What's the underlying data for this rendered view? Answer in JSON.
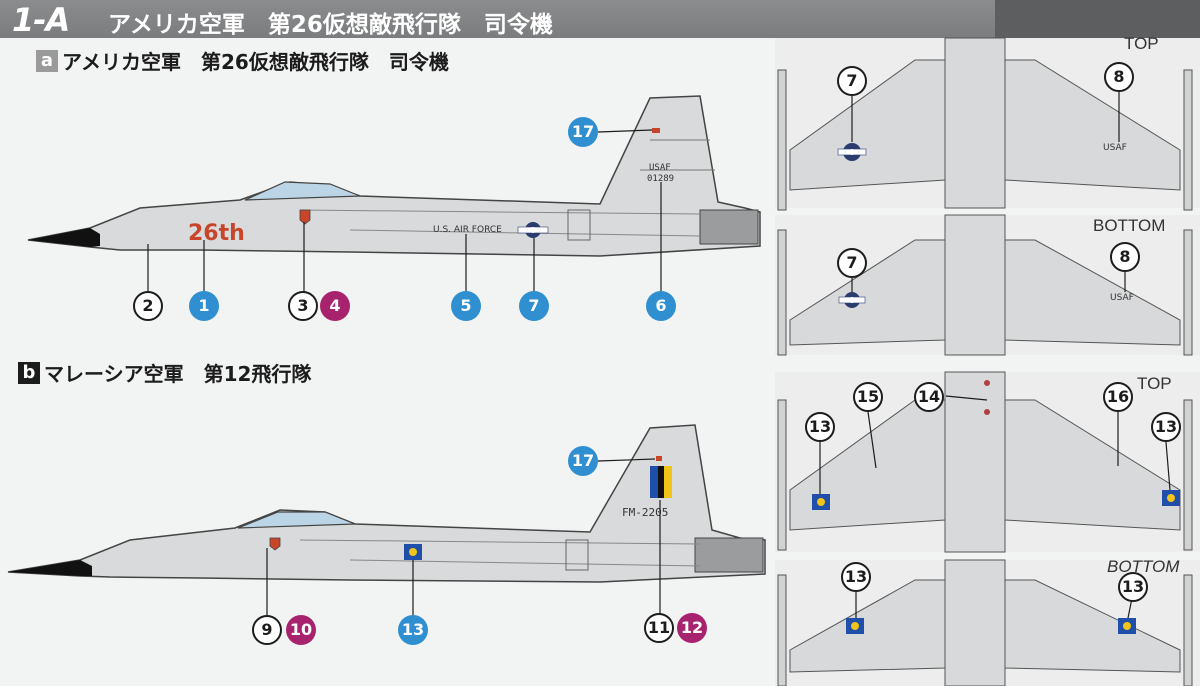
{
  "header": {
    "code": "1-A",
    "title": "アメリカ空軍　第26仮想敵飛行隊　司令機"
  },
  "sections": [
    {
      "badge": "a",
      "title": "アメリカ空軍　第26仮想敵飛行隊　司令機",
      "aircraft_markings": {
        "unit_emblem": "26th",
        "fuselage_text": "U.S. AIR FORCE",
        "tail_text": "USAF",
        "tail_serial": "01289",
        "wing_text": "USAF"
      },
      "side_callouts": [
        "2",
        "1",
        "3",
        "4",
        "5",
        "7",
        "6",
        "17"
      ],
      "top_view": {
        "label": "TOP",
        "callouts": [
          "7",
          "8"
        ]
      },
      "bottom_view": {
        "label": "BOTTOM",
        "callouts": [
          "7",
          "8"
        ]
      }
    },
    {
      "badge": "b",
      "title": "マレーシア空軍　第12飛行隊",
      "aircraft_markings": {
        "tail_serial": "FM-2205"
      },
      "side_callouts": [
        "9",
        "10",
        "13",
        "11",
        "12",
        "17"
      ],
      "top_view": {
        "label": "TOP",
        "callouts": [
          "13",
          "15",
          "14",
          "16",
          "13"
        ]
      },
      "bottom_view": {
        "label": "BOTTOM",
        "callouts": [
          "13",
          "13"
        ]
      }
    }
  ],
  "colors": {
    "header_bg": "#7a7c7e",
    "callout_blue": "#2f8fd0",
    "callout_magenta": "#a8236d",
    "usaf_red": "#c8452a",
    "malaysia_blue": "#1f4fa8",
    "malaysia_yellow": "#f0c419"
  }
}
